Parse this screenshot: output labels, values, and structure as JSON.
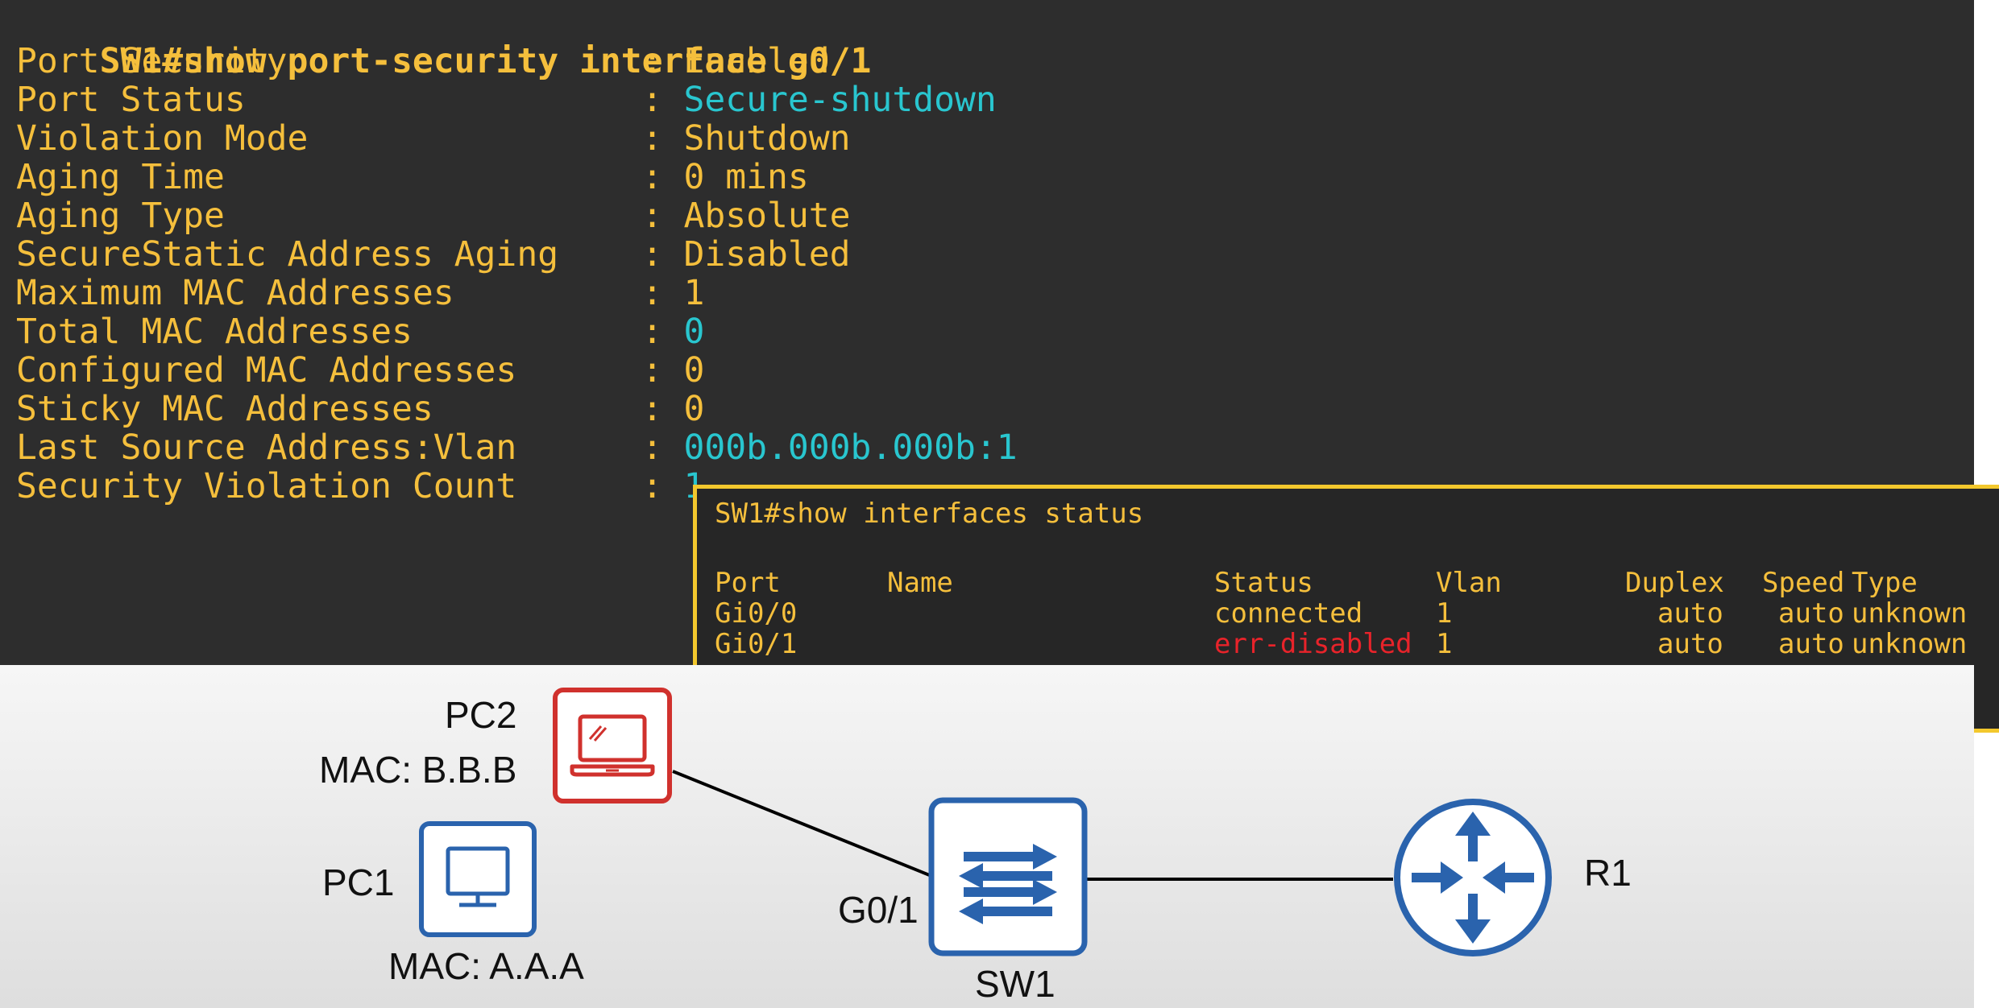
{
  "terminal": {
    "command": "SW1#show port-security interface g0/1",
    "lines": [
      {
        "label": "Port Security                 ",
        "value": "Enabled",
        "color": "#f5bf3c"
      },
      {
        "label": "Port Status                   ",
        "value": "Secure-shutdown",
        "color": "#29c6cf"
      },
      {
        "label": "Violation Mode                ",
        "value": "Shutdown",
        "color": "#f5bf3c"
      },
      {
        "label": "Aging Time                    ",
        "value": "0 mins",
        "color": "#f5bf3c"
      },
      {
        "label": "Aging Type                    ",
        "value": "Absolute",
        "color": "#f5bf3c"
      },
      {
        "label": "SecureStatic Address Aging    ",
        "value": "Disabled",
        "color": "#f5bf3c"
      },
      {
        "label": "Maximum MAC Addresses         ",
        "value": "1",
        "color": "#f5bf3c"
      },
      {
        "label": "Total MAC Addresses           ",
        "value": "0",
        "color": "#29c6cf"
      },
      {
        "label": "Configured MAC Addresses      ",
        "value": "0",
        "color": "#f5bf3c"
      },
      {
        "label": "Sticky MAC Addresses          ",
        "value": "0",
        "color": "#f5bf3c"
      },
      {
        "label": "Last Source Address:Vlan      ",
        "value": "000b.000b.000b:1",
        "color": "#29c6cf"
      },
      {
        "label": "Security Violation Count      ",
        "value": "1",
        "color": "#29c6cf"
      }
    ]
  },
  "interfaces_status": {
    "command": "SW1#show interfaces status",
    "headers": {
      "port": "Port",
      "name": "Name",
      "status": "Status",
      "vlan": "Vlan",
      "duplex": "Duplex",
      "speed": "Speed",
      "type": "Type"
    },
    "rows": [
      {
        "port": "Gi0/0",
        "name": "",
        "status": "connected",
        "vlan": "1",
        "duplex": "auto",
        "speed": "auto",
        "type": "unknown",
        "status_color": "#f5bf3c"
      },
      {
        "port": "Gi0/1",
        "name": "",
        "status": "err-disabled",
        "vlan": "1",
        "duplex": "auto",
        "speed": "auto",
        "type": "unknown",
        "status_color": "#e8232a"
      }
    ]
  },
  "diagram": {
    "pc2": {
      "name": "PC2",
      "mac": "MAC: B.B.B",
      "color": "#d0312d",
      "icon": "laptop-icon"
    },
    "pc1": {
      "name": "PC1",
      "mac": "MAC: A.A.A",
      "color": "#2a63ad",
      "icon": "desktop-monitor-icon"
    },
    "sw1": {
      "name": "SW1",
      "port": "G0/1",
      "color": "#2a63ad",
      "icon": "switch-icon"
    },
    "r1": {
      "name": "R1",
      "color": "#2a63ad",
      "icon": "router-icon"
    }
  },
  "colors": {
    "terminal_bg": "#2d2d2d",
    "terminal_text": "#f5bf3c",
    "highlight_text": "#29c6cf",
    "error_text": "#e8232a",
    "status_border": "#f3c82d"
  }
}
